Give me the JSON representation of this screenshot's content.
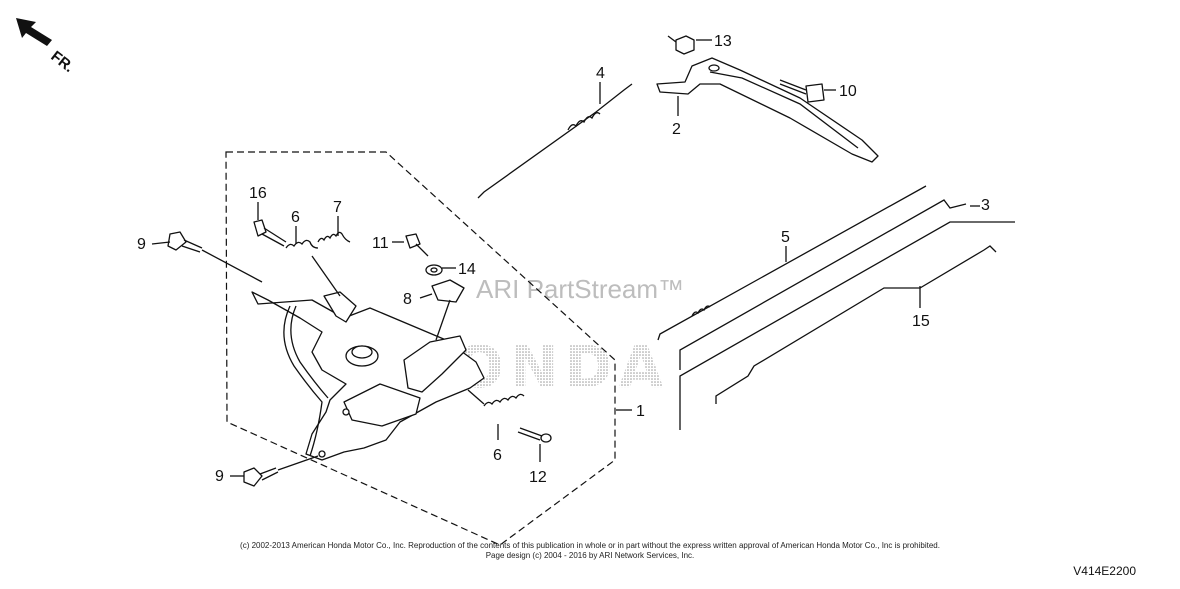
{
  "orientation": {
    "label": "FR."
  },
  "watermark": {
    "text": "ARI PartStream™",
    "brand": "HONDA"
  },
  "callouts": [
    {
      "num": "1"
    },
    {
      "num": "2"
    },
    {
      "num": "3"
    },
    {
      "num": "4"
    },
    {
      "num": "5"
    },
    {
      "num": "6"
    },
    {
      "num": "6"
    },
    {
      "num": "7"
    },
    {
      "num": "8"
    },
    {
      "num": "9"
    },
    {
      "num": "9"
    },
    {
      "num": "10"
    },
    {
      "num": "11"
    },
    {
      "num": "12"
    },
    {
      "num": "13"
    },
    {
      "num": "14"
    },
    {
      "num": "15"
    },
    {
      "num": "16"
    }
  ],
  "footer": {
    "copyright": "(c) 2002-2013 American Honda Motor Co., Inc. Reproduction of the contents of this publication in whole or in part without the express written approval of American Honda Motor Co., Inc is prohibited.",
    "page_design": "Page design (c) 2004 - 2016 by ARI Network Services, Inc.",
    "diagram_code": "V414E2200"
  }
}
